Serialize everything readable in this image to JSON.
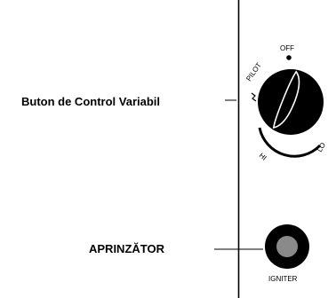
{
  "callouts": {
    "control_knob_label": "Buton de Control Variabil",
    "igniter_label": "APRINZĂTOR"
  },
  "knob": {
    "off_label": "OFF",
    "pilot_label": "PILOT",
    "hi_label": "HI",
    "lo_label": "LO"
  },
  "igniter": {
    "label": "IGNITER"
  }
}
